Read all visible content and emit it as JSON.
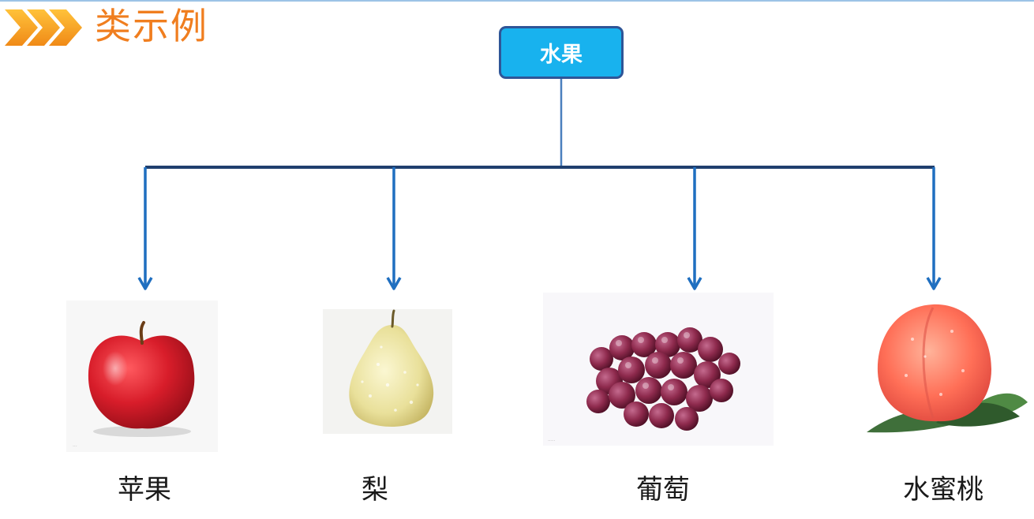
{
  "header": {
    "title": "类示例",
    "accent_color": "#f07e1f",
    "icon": "triple-chevron-icon"
  },
  "tree": {
    "root": {
      "label": "水果",
      "fill": "#18b2ee",
      "border": "#2f5597"
    },
    "children": [
      {
        "label": "苹果",
        "image": "apple-image"
      },
      {
        "label": "梨",
        "image": "pear-image"
      },
      {
        "label": "葡萄",
        "image": "grapes-image"
      },
      {
        "label": "水蜜桃",
        "image": "peach-image"
      }
    ],
    "connector_color": "#1f4e79",
    "arrow_color": "#1f6fc0"
  }
}
